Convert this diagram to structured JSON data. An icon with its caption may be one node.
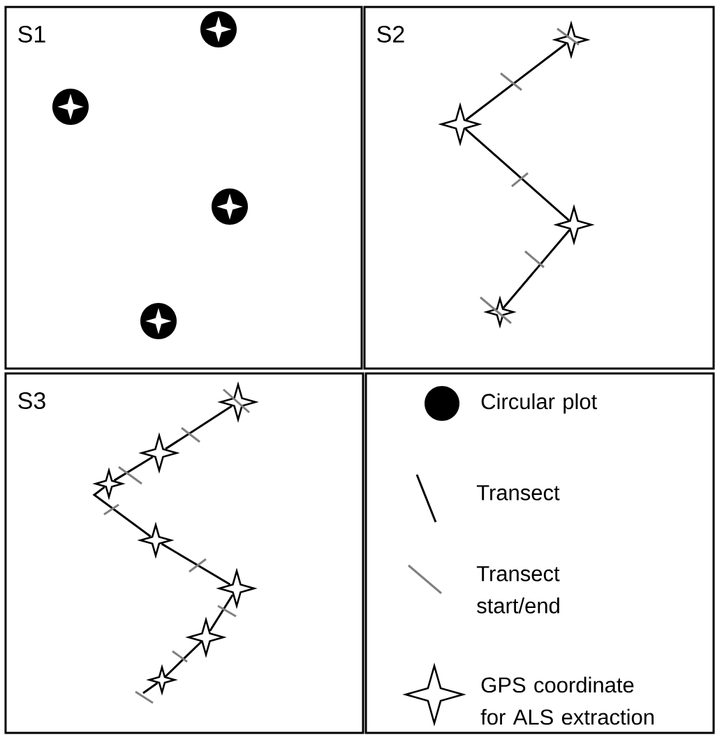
{
  "diagram": {
    "nodes": [
      {
        "text": [
          "S1"
        ]
      },
      {
        "text": [
          "S2"
        ]
      },
      {
        "text": [
          "S3"
        ]
      },
      {
        "text": [],
        "shape": "circle",
        "in": 0
      },
      {
        "text": [],
        "shape": "circle",
        "in": 0
      },
      {
        "text": [],
        "shape": "circle",
        "in": 0
      },
      {
        "text": [],
        "shape": "circle",
        "in": 0
      },
      {
        "text": [],
        "shape": "star",
        "in": 1
      },
      {
        "text": [],
        "shape": "star",
        "in": 1
      },
      {
        "text": [],
        "shape": "star",
        "in": 1
      },
      {
        "text": [],
        "shape": "star",
        "in": 1
      },
      {
        "text": [],
        "shape": "star",
        "in": 2
      },
      {
        "text": [],
        "shape": "star",
        "in": 2
      },
      {
        "text": [],
        "shape": "star",
        "in": 2
      },
      {
        "text": [],
        "shape": "star",
        "in": 2
      },
      {
        "text": [],
        "shape": "star",
        "in": 2
      },
      {
        "text": [],
        "shape": "star",
        "in": 2
      },
      {
        "text": [],
        "shape": "star",
        "in": 2
      }
    ],
    "edges": [
      {
        "from": 7,
        "to": 8,
        "arrow": "none"
      },
      {
        "from": 8,
        "to": 9,
        "arrow": "none"
      },
      {
        "from": 9,
        "to": 10,
        "arrow": "none"
      },
      {
        "from": 11,
        "to": 12,
        "arrow": "none"
      },
      {
        "from": 12,
        "to": 13,
        "arrow": "none"
      },
      {
        "from": 13,
        "to": 14,
        "arrow": "none"
      },
      {
        "from": 14,
        "to": 15,
        "arrow": "none"
      },
      {
        "from": 15,
        "to": 16,
        "arrow": "none"
      },
      {
        "from": 16,
        "to": 17,
        "arrow": "none"
      },
      {
        "from": 17,
        "to": null,
        "arrow": "none"
      }
    ],
    "legend": [
      {
        "text": "Circular plot"
      },
      {
        "text": "Transect"
      },
      {
        "text": "Transect start/end"
      },
      {
        "text": "GPS coordinate for ALS extraction"
      }
    ]
  }
}
